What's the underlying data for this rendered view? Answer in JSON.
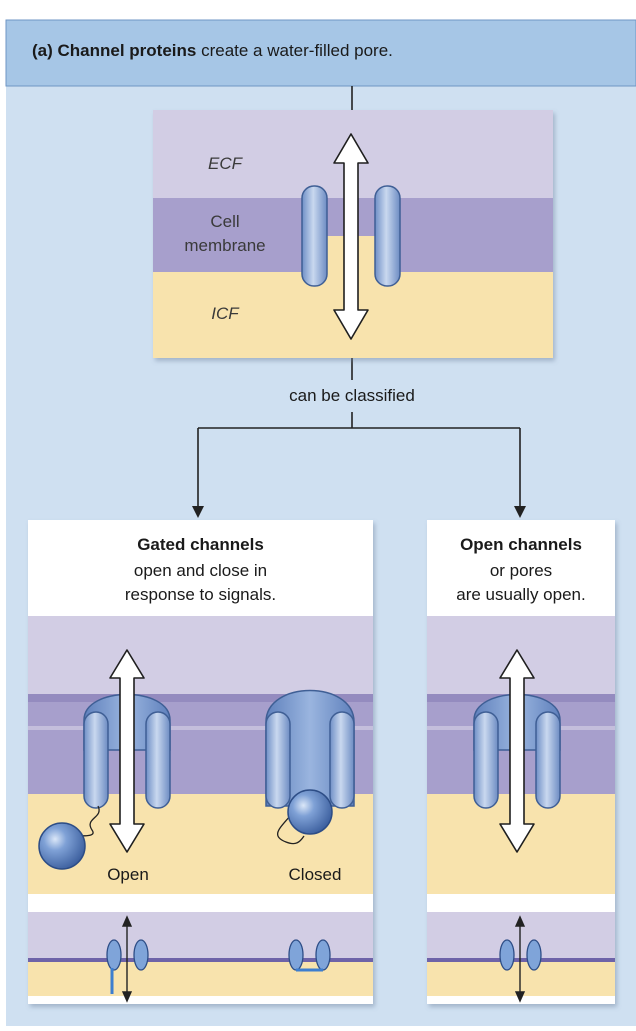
{
  "header": {
    "bold": "(a) Channel proteins",
    "rest": " create a water-filled pore."
  },
  "top_panel": {
    "ecf": "ECF",
    "membrane_line1": "Cell",
    "membrane_line2": "membrane",
    "icf": "ICF"
  },
  "connector_label": "can be classified",
  "gated": {
    "title": "Gated channels",
    "line1": "open and close in",
    "line2": "response to signals.",
    "open_label": "Open",
    "closed_label": "Closed"
  },
  "open_channels": {
    "title": "Open channels",
    "line1": "or pores",
    "line2": "are usually open."
  },
  "colors": {
    "page_bg": "#cfe0f1",
    "header_bg": "#a6c6e6",
    "ecf": "#d2cde4",
    "membrane": "#a79fcc",
    "icf": "#f8e3ad",
    "channel": "#7f9fd1"
  }
}
